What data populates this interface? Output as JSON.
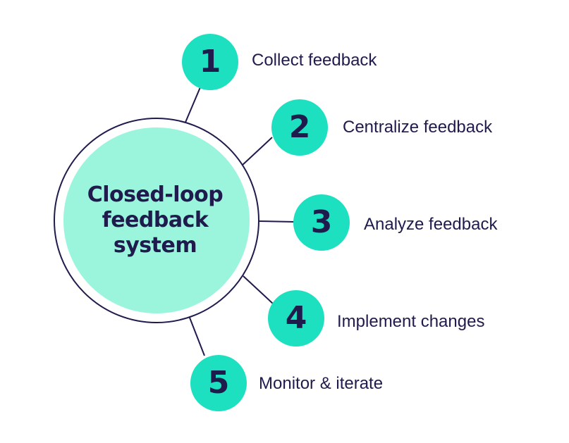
{
  "colors": {
    "ink": "#1f1b4d",
    "center_fill": "#9af5dc",
    "step_fill": "#1de0c0",
    "background": "#ffffff"
  },
  "center": {
    "lines": [
      "Closed-loop",
      "feedback",
      "system"
    ]
  },
  "steps": [
    {
      "number": "1",
      "label": "Collect feedback"
    },
    {
      "number": "2",
      "label": "Centralize feedback"
    },
    {
      "number": "3",
      "label": "Analyze feedback"
    },
    {
      "number": "4",
      "label": "Implement changes"
    },
    {
      "number": "5",
      "label": "Monitor & iterate"
    }
  ]
}
